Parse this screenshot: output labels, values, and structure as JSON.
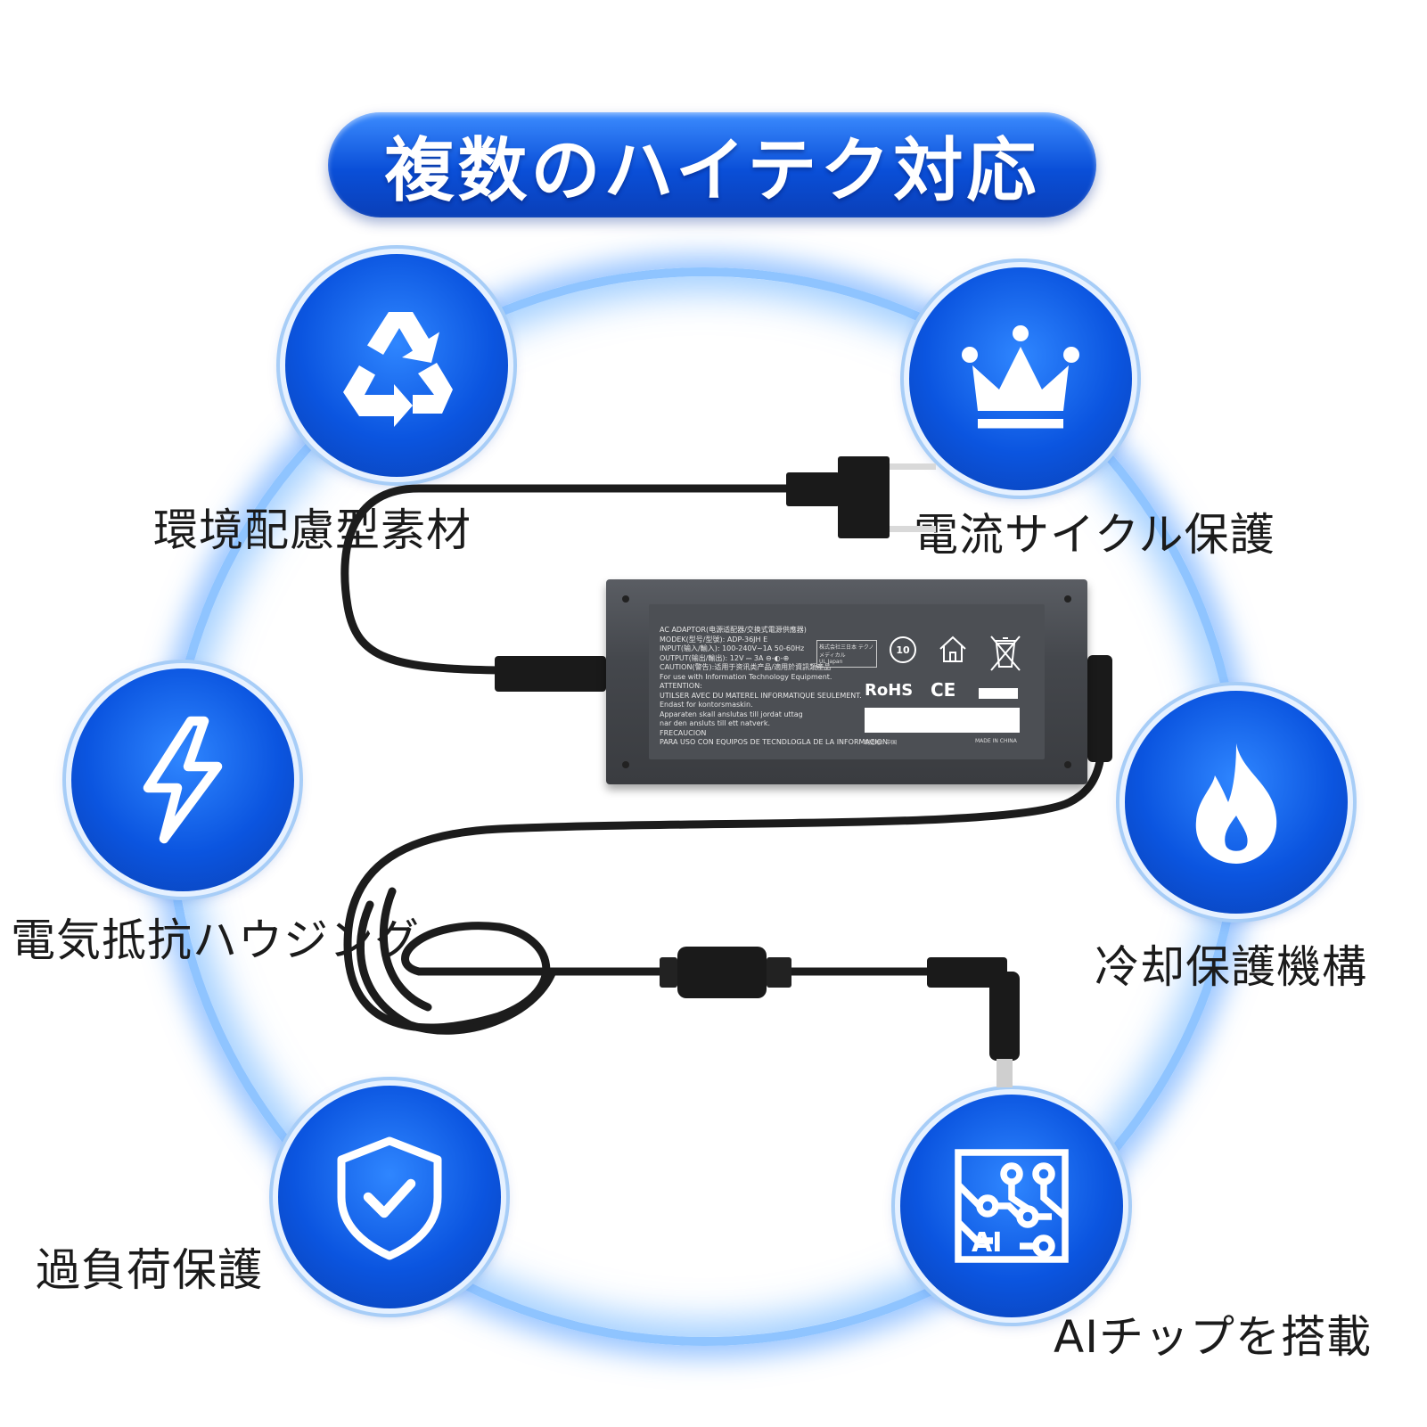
{
  "title": "複数のハイテク対応",
  "features": [
    {
      "label": "環境配慮型素材",
      "icon": "recycle-icon"
    },
    {
      "label": "電流サイクル保護",
      "icon": "crown-icon"
    },
    {
      "label": "電気抵抗ハウジング",
      "icon": "lightning-bolt-icon"
    },
    {
      "label": "冷却保護機構",
      "icon": "flame-icon"
    },
    {
      "label": "過負荷保護",
      "icon": "shield-check-icon"
    },
    {
      "label": "AIチップを搭載",
      "icon": "ai-chip-icon"
    }
  ],
  "adapter_label": {
    "lines": [
      "AC ADAPTOR(电源适配器/交换式電源供應器)",
      "MODEK(型号/型號): ADP-36JH E",
      "INPUT(输入/輸入): 100-240V~1A 50-60Hz",
      "OUTPUT(输出/輸出): 12V ⎓ 3A ⊖-◐-⊕",
      "CAUTION(警告):适用于资讯类产品/適用於資訊類產品",
      "For use with Information Technology Equipment.",
      "ATTENTION:",
      "UTILSER AVEC DU MATEREL INFORMATIQUE SEULEMENT.",
      "Endast for kontorsmaskin.",
      "Apparaten skall anslutas till jordat uttag",
      "nar den ansluts till ett natverk.",
      "FRECAUCION",
      "PARA USO CON EQUIPOS DE TECNDLOGLA DE LA INFORMACION"
    ],
    "rohs": "RoHS",
    "ce": "CE",
    "origin_cn": "制造地：中国",
    "origin_en": "MADE IN CHINA",
    "japan_mark": "株式会社三日本 テクノメディカル",
    "ul_japan": "UL Japan",
    "recycle_years": "10"
  },
  "colors": {
    "accent": "#0b55e0",
    "ring": "#8fc4ff",
    "text": "#1b1b1b"
  }
}
